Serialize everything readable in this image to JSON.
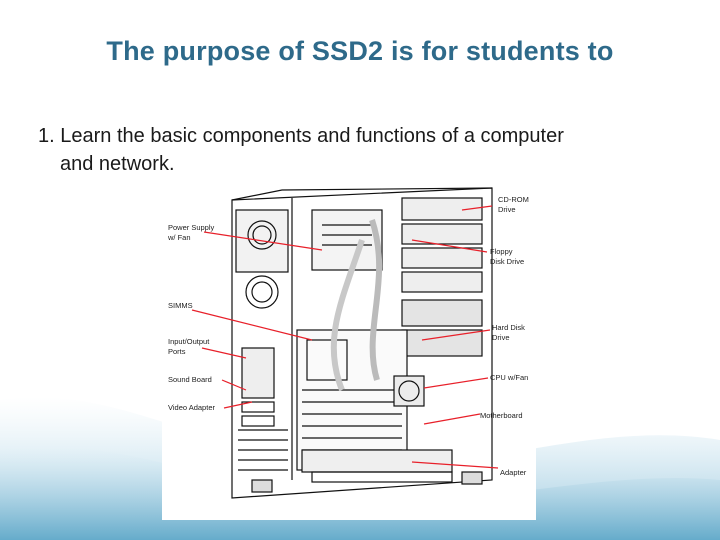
{
  "slide": {
    "title": "The purpose of SSD2 is for students to",
    "bullet": {
      "number": "1.",
      "text_line1": "Learn the basic components and functions of a computer",
      "text_line2": "and network."
    }
  },
  "figure": {
    "callouts_left": [
      {
        "line1": "Power Supply",
        "line2": "w/ Fan"
      },
      {
        "line1": "SIMMS",
        "line2": ""
      },
      {
        "line1": "Input/Output",
        "line2": "Ports"
      },
      {
        "line1": "Sound Board",
        "line2": ""
      },
      {
        "line1": "Video Adapter",
        "line2": ""
      }
    ],
    "callouts_right": [
      {
        "line1": "CD-ROM",
        "line2": "Drive"
      },
      {
        "line1": "Floppy",
        "line2": "Disk Drive"
      },
      {
        "line1": "Hard Disk",
        "line2": "Drive"
      },
      {
        "line1": "CPU w/Fan",
        "line2": ""
      },
      {
        "line1": "Motherboard",
        "line2": ""
      },
      {
        "line1": "Adapter",
        "line2": ""
      }
    ]
  },
  "colors": {
    "title": "#2e6a8a",
    "callout_line": "#e8202a",
    "background_wave": "#5fa8c8"
  }
}
